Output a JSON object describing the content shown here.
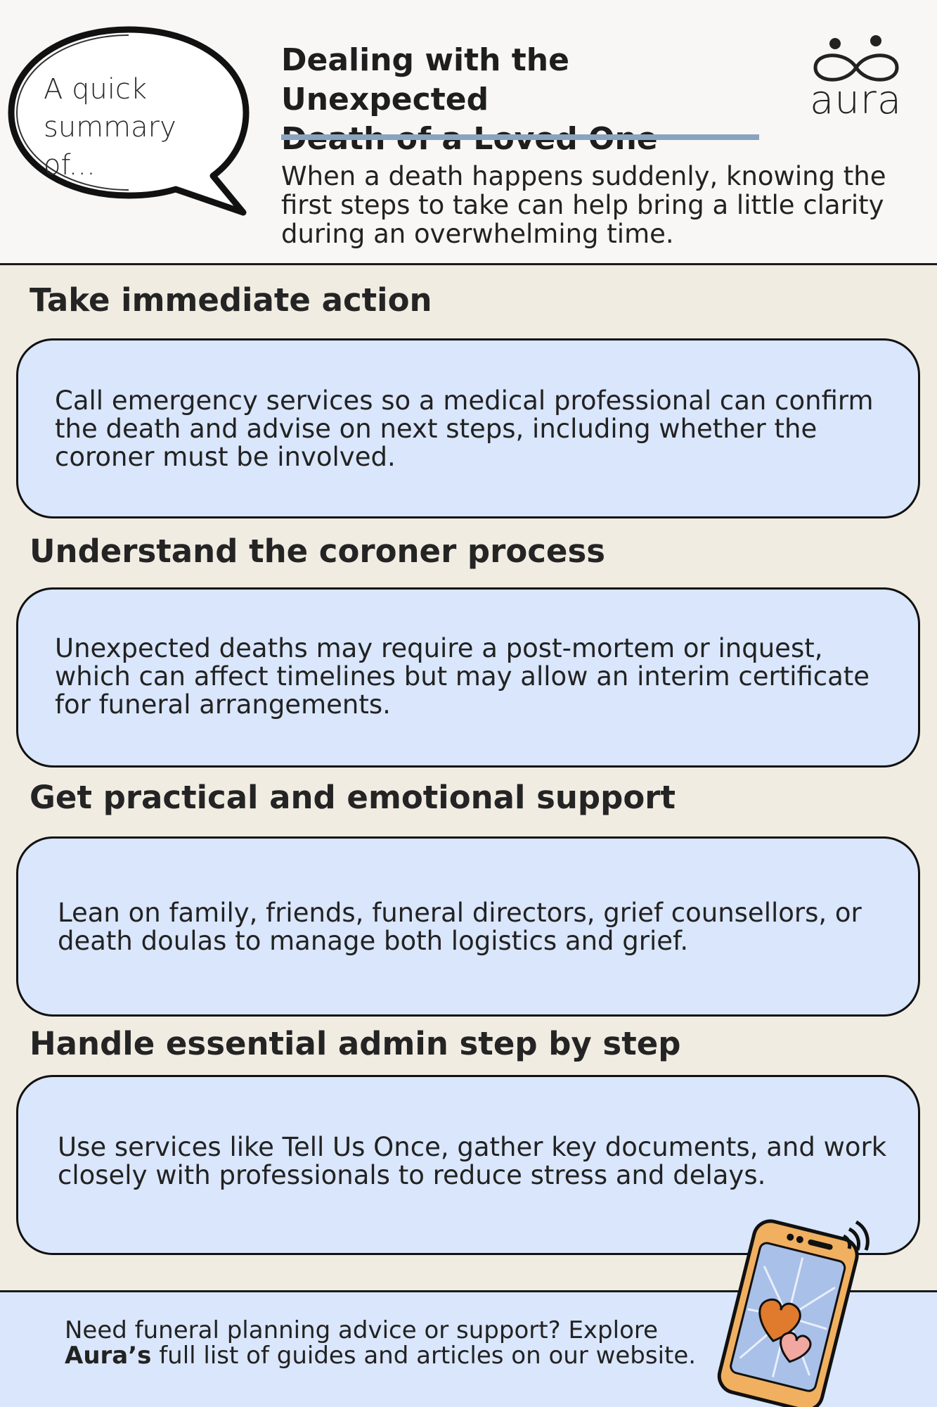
{
  "header": {
    "bubble_text": "A quick summary of...",
    "title_line1": "Dealing with the Unexpected",
    "title_line2": "Death of a Loved One",
    "intro": "When a death happens suddenly, knowing the first steps to take can help bring a little clarity during an overwhelming time.",
    "logo_text": "aura"
  },
  "sections": [
    {
      "heading": "Take immediate action",
      "body": "Call emergency services so a medical professional can confirm the death and advise on next steps, including whether the coroner must be involved."
    },
    {
      "heading": "Understand the coroner process",
      "body": "Unexpected deaths may require a post-mortem or inquest, which can affect timelines but may allow an interim certificate for funeral arrangements."
    },
    {
      "heading": "Get practical and emotional support",
      "body": "Lean on family, friends, funeral directors, grief counsellors, or death doulas to manage both logistics and grief."
    },
    {
      "heading": "Handle essential admin step by step",
      "body": "Use services like Tell Us Once, gather key documents, and work closely with professionals to reduce stress and delays."
    }
  ],
  "footer": {
    "text_before": "Need funeral planning advice or support? Explore",
    "brand": "Aura’s",
    "text_after": " full list of guides and articles on our website."
  },
  "icons": {
    "logo": "aura-logo-icon",
    "phone": "phone-hearts-icon"
  },
  "colors": {
    "card_bg": "#d9e6fb",
    "rule": "#8aa4bf",
    "page_bg": "#f1ece2",
    "header_bg": "#f8f7f5"
  }
}
